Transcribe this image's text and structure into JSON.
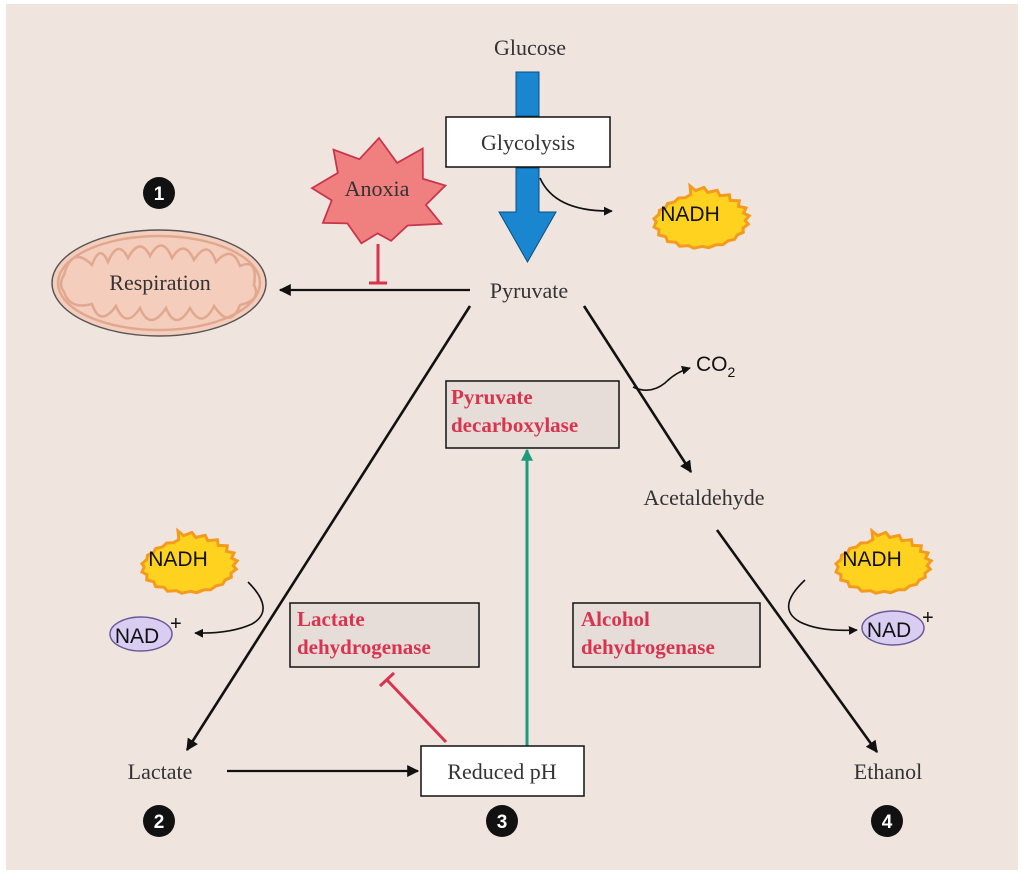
{
  "colors": {
    "background": "#efe4de",
    "glycolysis_arrow": "#1a86cf",
    "anoxia_fill": "#f07f80",
    "anoxia_stroke": "#c9364c",
    "inhibit": "#d8344f",
    "activate": "#1f9a7e",
    "enzyme_text": "#d8344f",
    "enzyme_box": "#e6dcd8",
    "nadh_fill": "#ffd21f",
    "nadh_stroke": "#f39b1e",
    "nad_fill": "#d9cdf2",
    "nad_stroke": "#6a5a98",
    "mito_fill": "#f4cdbd",
    "mito_stroke": "#e0a88f"
  },
  "labels": {
    "glucose": "Glucose",
    "glycolysis": "Glycolysis",
    "nadh_top": "NADH",
    "anoxia": "Anoxia",
    "respiration": "Respiration",
    "pyruvate": "Pyruvate",
    "co2_main": "CO",
    "co2_sub": "2",
    "pyruvate_decarboxylase_line1": "Pyruvate",
    "pyruvate_decarboxylase_line2": "decarboxylase",
    "acetaldehyde": "Acetaldehyde",
    "nadh_left": "NADH",
    "nad_left": "NAD",
    "nad_left_sup": "+",
    "nadh_right": "NADH",
    "nad_right": "NAD",
    "nad_right_sup": "+",
    "lactate_dh_line1": "Lactate",
    "lactate_dh_line2": "dehydrogenase",
    "alcohol_dh_line1": "Alcohol",
    "alcohol_dh_line2": "dehydrogenase",
    "lactate": "Lactate",
    "reduced_ph": "Reduced pH",
    "ethanol": "Ethanol",
    "badge_1": "1",
    "badge_2": "2",
    "badge_3": "3",
    "badge_4": "4"
  }
}
